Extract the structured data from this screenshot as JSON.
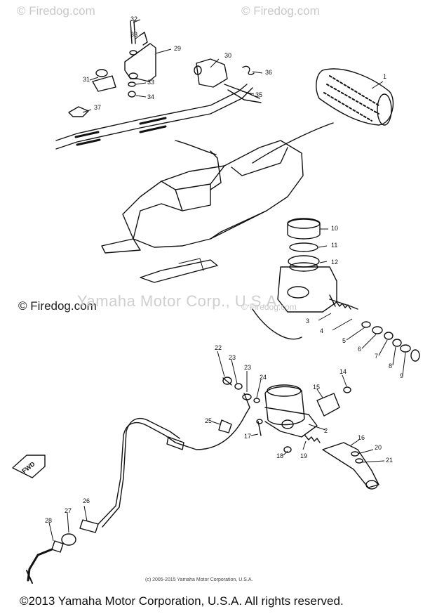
{
  "watermarks": {
    "top_left": "© Firedog.com",
    "top_right": "© Firedog.com",
    "mid_left": "© Firedog.com",
    "center": "Yamaha Motor Corp., U.S.A.",
    "center_small": "© Firedog.com"
  },
  "callouts": [
    "1",
    "2",
    "3",
    "4",
    "5",
    "6",
    "7",
    "8",
    "9",
    "10",
    "11",
    "12",
    "14",
    "15",
    "16",
    "17",
    "18",
    "19",
    "20",
    "21",
    "22",
    "23",
    "23",
    "24",
    "25",
    "26",
    "27",
    "28",
    "29",
    "30",
    "31",
    "32",
    "33",
    "33",
    "34",
    "35",
    "36",
    "37"
  ],
  "fwd_label": "FWD",
  "small_copyright": "(c) 2005-2015 Yamaha Motor Corporation, U.S.A.",
  "footer": "©2013 Yamaha Motor Corporation, U.S.A. All rights reserved."
}
